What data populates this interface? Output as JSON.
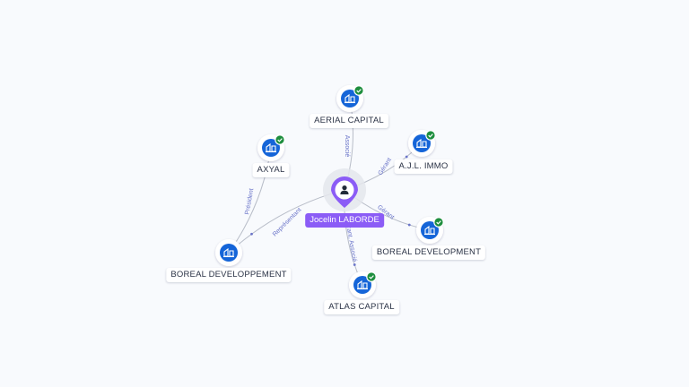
{
  "person": {
    "name": "Jocelin LABORDE",
    "icon": "user-icon",
    "color": "#8b5cf6"
  },
  "companies": [
    {
      "id": "aerial",
      "name": "AERIAL CAPITAL",
      "icon": "building-icon",
      "verified": true
    },
    {
      "id": "ajl",
      "name": "A.J.L. IMMO",
      "icon": "building-icon",
      "verified": true
    },
    {
      "id": "boreal-dev",
      "name": "BOREAL DEVELOPMENT",
      "icon": "building-icon",
      "verified": true
    },
    {
      "id": "atlas",
      "name": "ATLAS CAPITAL",
      "icon": "building-icon",
      "verified": true
    },
    {
      "id": "axyal",
      "name": "AXYAL",
      "icon": "building-icon",
      "verified": true
    },
    {
      "id": "boreal-devp",
      "name": "BOREAL DEVELOPPEMENT",
      "icon": "building-icon",
      "verified": false
    }
  ],
  "relations": [
    {
      "from": "person",
      "to": "aerial",
      "label": "Associé"
    },
    {
      "from": "person",
      "to": "ajl",
      "label": "Gérant"
    },
    {
      "from": "person",
      "to": "boreal-dev",
      "label": "Gérant"
    },
    {
      "from": "person",
      "to": "atlas",
      "label": "Gérant, Associé"
    },
    {
      "from": "person",
      "to": "boreal-devp",
      "label": "Représentant"
    },
    {
      "from": "boreal-devp",
      "to": "axyal",
      "label": "Président"
    }
  ],
  "colors": {
    "company_badge": "#1565d8",
    "verified_badge": "#1e8e3e",
    "edge": "#b8bdc8",
    "edge_label": "#6a74c9"
  }
}
